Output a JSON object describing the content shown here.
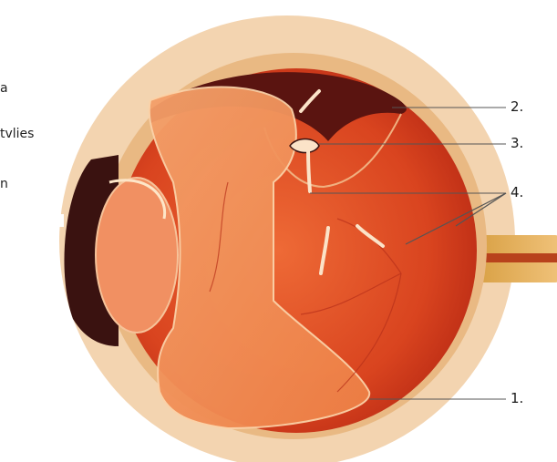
{
  "side_fragments": [
    "a",
    "tvlies",
    "n"
  ],
  "numbers": {
    "n1": "1.",
    "n2": "2.",
    "n3": "3.",
    "n4": "4."
  },
  "colors": {
    "sclera": "#f3d4b0",
    "vitreous_body": "#f08a4c",
    "retina": "#d53a1a",
    "detached_space": "#5a1410",
    "lens": "#f19062",
    "iris": "#3a1210",
    "arrow": "#fbe3c8",
    "leader_line": "#555555"
  }
}
